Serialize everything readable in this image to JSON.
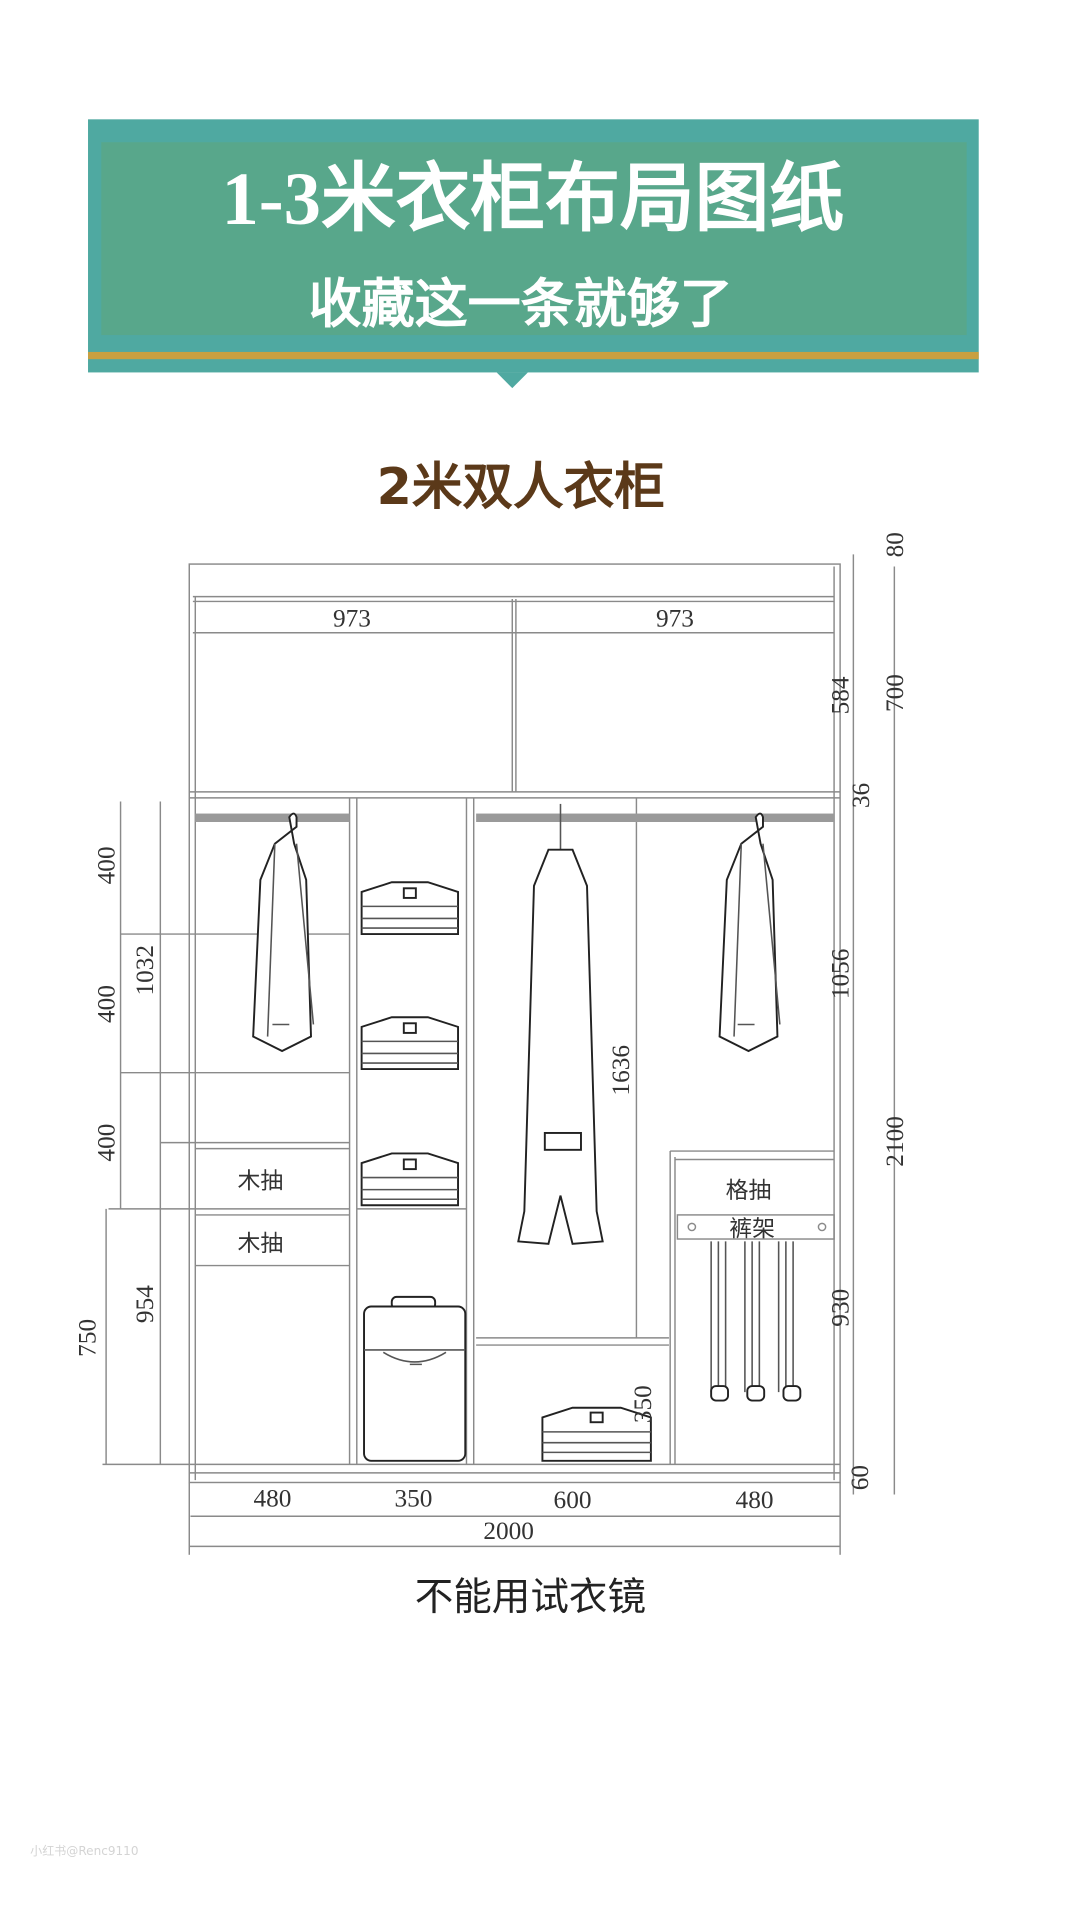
{
  "banner": {
    "title": "1-3米衣柜布局图纸",
    "subtitle": "收藏这一条就够了",
    "colors": {
      "outer": "#4fa9a1",
      "inner": "#58a78b",
      "stripe": "#c9a040",
      "text": "#ffffff"
    }
  },
  "section_title": "2米双人衣柜",
  "section_title_color": "#5b3919",
  "drawing": {
    "top_widths": [
      "973",
      "973"
    ],
    "right_dims": {
      "top_gap": "80",
      "upper_total": "700",
      "upper_inner": "584",
      "board": "36",
      "hanging_right": "1056",
      "total_height": "2100",
      "pants_section": "930",
      "plinth": "60"
    },
    "left_dims": {
      "shelf_1": "400",
      "shelf_2": "400",
      "shelf_3": "400",
      "lower": "750",
      "hanging_left": "1032",
      "drawer_zone": "954"
    },
    "middle_dims": {
      "long_hanging": "1636",
      "bottom_shelf": "350"
    },
    "bottom_widths": [
      "480",
      "350",
      "600",
      "480"
    ],
    "total_width": "2000",
    "labels": {
      "wood_drawer_1": "木抽",
      "wood_drawer_2": "木抽",
      "grid_drawer": "格抽",
      "pants_rack": "裤架"
    }
  },
  "caption": "不能用试衣镜",
  "watermark": "小红书@Renc9110"
}
